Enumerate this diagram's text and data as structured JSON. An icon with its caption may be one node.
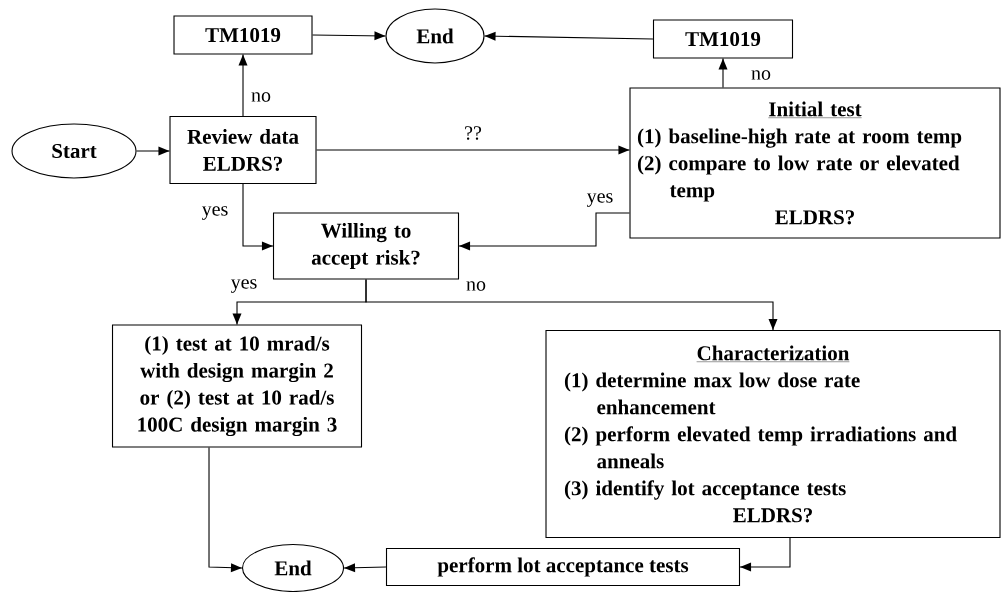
{
  "diagram": {
    "nodes": [
      {
        "text": [
          "Start"
        ]
      },
      {
        "text": [
          "Review data ELDRS?"
        ]
      },
      {
        "text": [
          "TM1019"
        ]
      },
      {
        "text": [
          "End"
        ]
      },
      {
        "text": [
          "TM1019"
        ]
      },
      {
        "text": [
          "Initial test",
          "(1) baseline-high rate at room temp",
          "(2) compare to low rate or elevated temp",
          "ELDRS?"
        ]
      },
      {
        "text": [
          "Willing to accept risk?"
        ]
      },
      {
        "text": [
          "(1) test at 10 mrad/s with design margin 2 or (2) test at 10 rad/s 100C design margin 3"
        ]
      },
      {
        "text": [
          "Characterization",
          "(1) determine max low dose rate enhancement",
          "(2) perform elevated temp irradiations and anneals",
          "(3) identify lot acceptance tests",
          "ELDRS?"
        ]
      },
      {
        "text": [
          "End"
        ]
      },
      {
        "text": [
          "perform lot acceptance tests"
        ]
      }
    ],
    "edges": [
      {
        "from": 0,
        "to": 1,
        "arrow": "to"
      },
      {
        "from": 1,
        "to": 2,
        "arrow": "to",
        "label": "no"
      },
      {
        "from": 2,
        "to": 3,
        "arrow": "to"
      },
      {
        "from": 4,
        "to": 3,
        "arrow": "to"
      },
      {
        "from": 5,
        "to": 4,
        "arrow": "to",
        "label": "no"
      },
      {
        "from": 1,
        "to": 5,
        "arrow": "to",
        "label": "??"
      },
      {
        "from": 1,
        "to": 6,
        "arrow": "to",
        "label": "yes"
      },
      {
        "from": 5,
        "to": 6,
        "arrow": "to",
        "label": "yes"
      },
      {
        "from": 6,
        "to": 7,
        "arrow": "to",
        "label": "yes"
      },
      {
        "from": 6,
        "to": 8,
        "arrow": "to",
        "label": "no"
      },
      {
        "from": 7,
        "to": 9,
        "arrow": "to"
      },
      {
        "from": 8,
        "to": 10,
        "arrow": "to"
      },
      {
        "from": 10,
        "to": 9,
        "arrow": "to"
      }
    ]
  }
}
